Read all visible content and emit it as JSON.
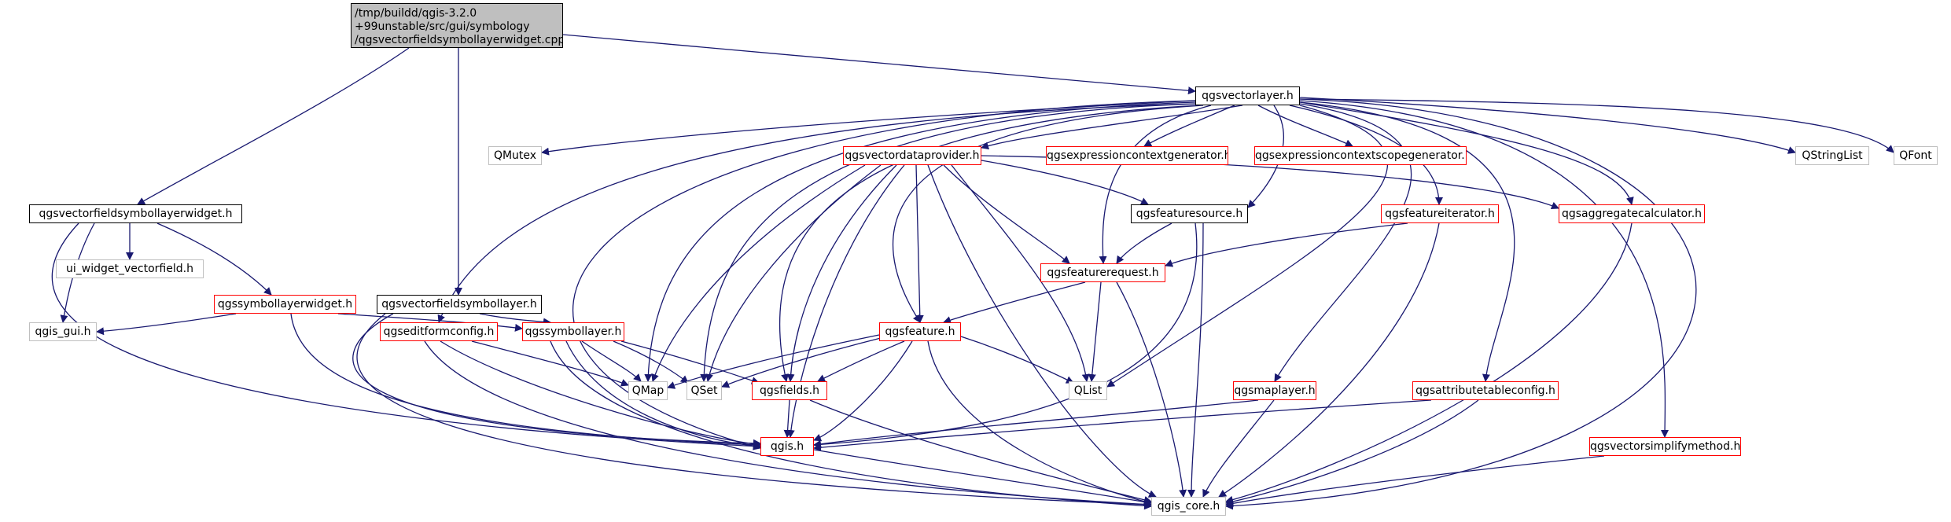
{
  "graph": {
    "edge_color": "#191970",
    "root": {
      "lines": [
        "/tmp/buildd/qgis-3.2.0",
        "+99unstable/src/gui/symbology",
        "/qgsvectorfieldsymbollayerwidget.cpp"
      ]
    },
    "nodes": {
      "qgsvectorlayer": "qgsvectorlayer.h",
      "qgsvectorfieldsymbollayerwidget": "qgsvectorfieldsymbollayerwidget.h",
      "qgsvectorfieldsymbollayer": "qgsvectorfieldsymbollayer.h",
      "ui_widget_vectorfield": "ui_widget_vectorfield.h",
      "qgssymbollayerwidget": "qgssymbollayerwidget.h",
      "qgis_gui": "qgis_gui.h",
      "qmutex": "QMutex",
      "qgsvectordataprovider": "qgsvectordataprovider.h",
      "qgsexpressioncontextgenerator": "qgsexpressioncontextgenerator.h",
      "qgsexpressioncontextscopegenerator": "qgsexpressioncontextscopegenerator.h",
      "qstringlist": "QStringList",
      "qfont": "QFont",
      "qgsfeaturesource": "qgsfeaturesource.h",
      "qgsfeatureiterator": "qgsfeatureiterator.h",
      "qgsaggregatecalculator": "qgsaggregatecalculator.h",
      "qgsfeaturerequest": "qgsfeaturerequest.h",
      "qgseditformconfig": "qgseditformconfig.h",
      "qgssymbollayer": "qgssymbollayer.h",
      "qgsfeature": "qgsfeature.h",
      "qmap": "QMap",
      "qset": "QSet",
      "qgsfields": "qgsfields.h",
      "qlist": "QList",
      "qgsmaplayer": "qgsmaplayer.h",
      "qgsattributetableconfig": "qgsattributetableconfig.h",
      "qgis": "qgis.h",
      "qgsvectorsimplifymethod": "qgsvectorsimplifymethod.h",
      "qgis_core": "qgis_core.h"
    },
    "border_colors": {
      "documented": "#000000",
      "truncated": "#ff0000",
      "external": "#bfbfbf"
    }
  }
}
